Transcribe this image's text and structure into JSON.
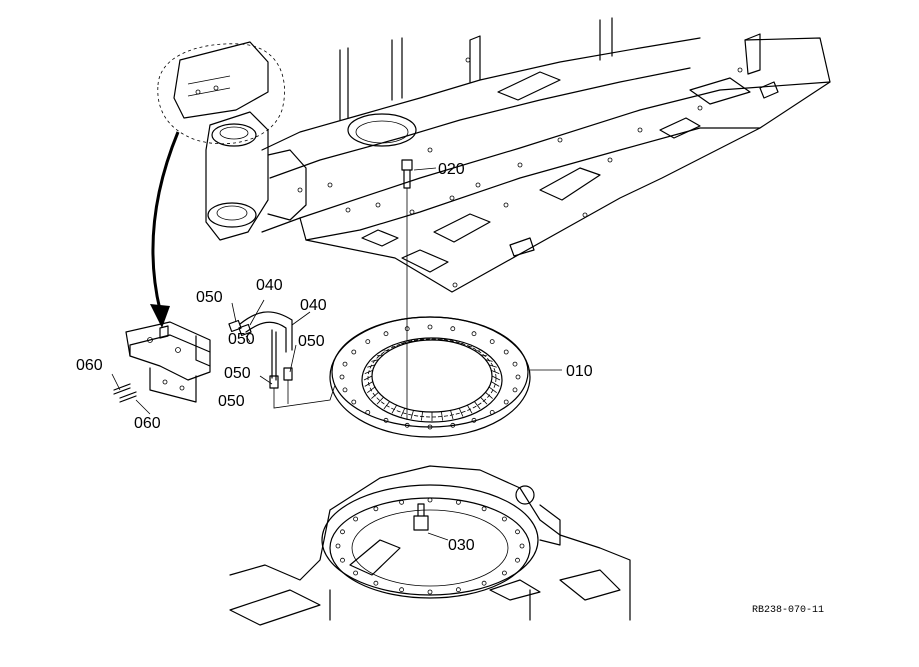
{
  "callouts": {
    "c010": "010",
    "c020": "020",
    "c030": "030",
    "c040a": "040",
    "c040b": "040",
    "c050a": "050",
    "c050b": "050",
    "c050c": "050",
    "c050d": "050",
    "c050e": "050",
    "c060a": "060",
    "c060b": "060"
  },
  "reference_code": "RB238-070-11"
}
